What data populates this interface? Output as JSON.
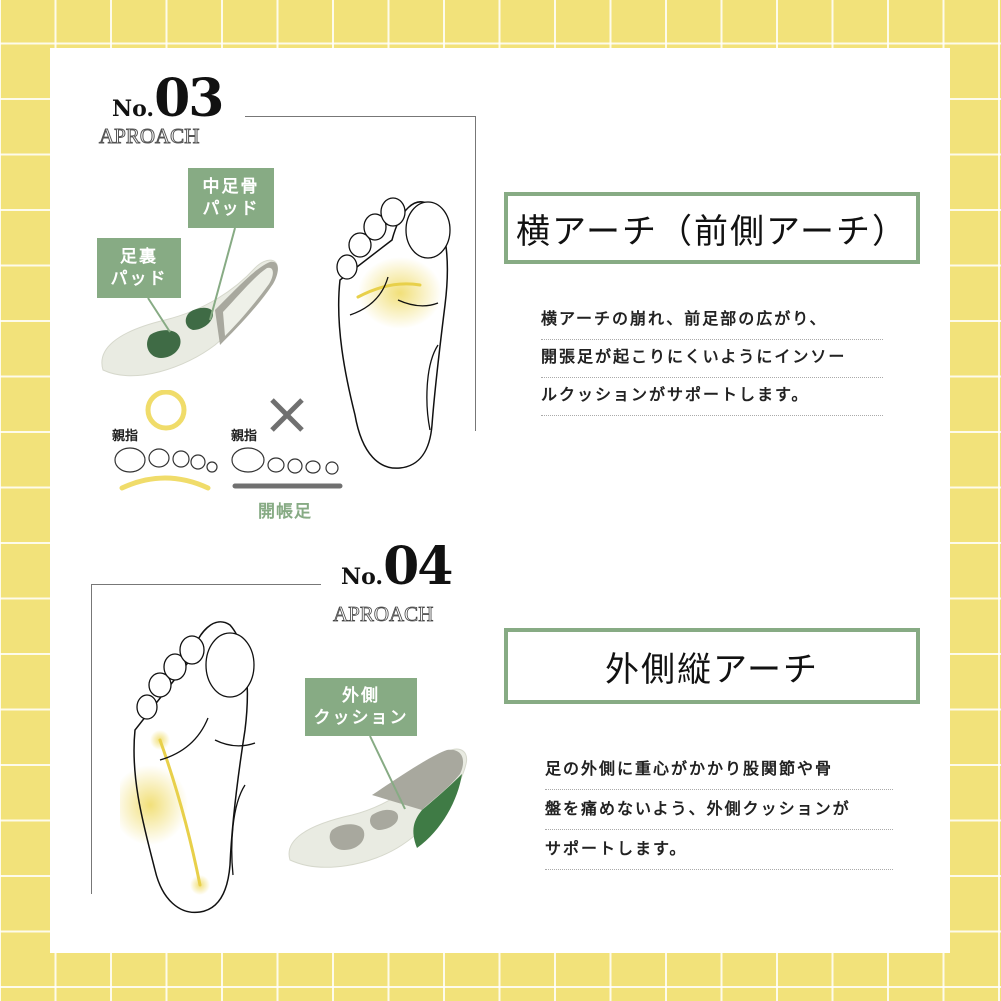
{
  "colors": {
    "background_yellow": "#f2e27a",
    "grid_white": "#ffffff",
    "accent_green": "#87ab84",
    "highlight_yellow": "#f0dc6a",
    "cross_gray": "#707070"
  },
  "section3": {
    "number_prefix": "No.",
    "number": "03",
    "approach_label": "APROACH",
    "title": "横アーチ（前側アーチ）",
    "description_lines": [
      "横アーチの崩れ、前足部の広がり、",
      "開張足が起こりにくいようにインソー",
      "ルクッションがサポートします。"
    ],
    "tags": {
      "metatarsal_pad": [
        "中足骨",
        "パッド"
      ],
      "sole_pad": [
        "足裏",
        "パッド"
      ]
    },
    "comparison": {
      "good_label": "親指",
      "bad_label": "親指",
      "good_symbol": "○",
      "bad_symbol": "×",
      "bad_caption": "開帳足"
    }
  },
  "section4": {
    "number_prefix": "No.",
    "number": "04",
    "approach_label": "APROACH",
    "title": "外側縦アーチ",
    "description_lines": [
      "足の外側に重心がかかり股関節や骨",
      "盤を痛めないよう、外側クッションが",
      "サポートします。"
    ],
    "tags": {
      "outer_cushion": [
        "外側",
        "クッション"
      ]
    }
  }
}
